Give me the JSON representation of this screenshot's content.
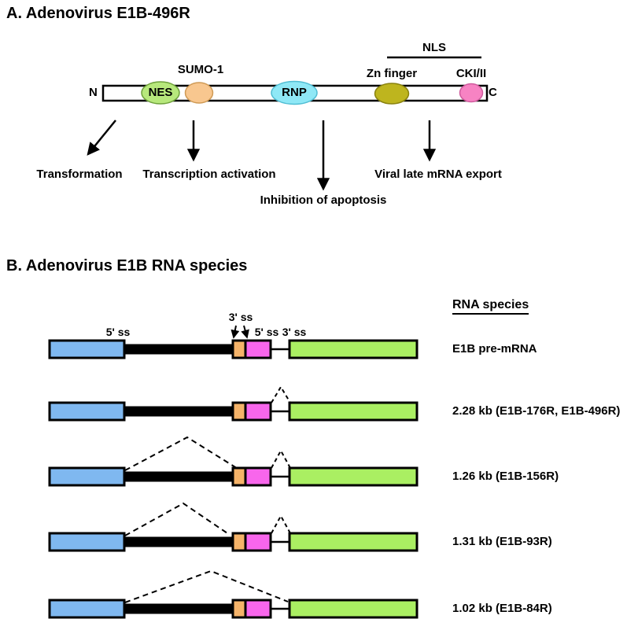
{
  "panel_a": {
    "title": "A. Adenovirus E1B-496R",
    "n_terminus": "N",
    "c_terminus": "C",
    "domains": {
      "nes": {
        "label": "NES",
        "color": "#b7e87c",
        "border": "#6fa13c"
      },
      "sumo": {
        "label": "SUMO-1",
        "color": "#f8c78f",
        "border": "#cf9a55"
      },
      "rnp": {
        "label": "RNP",
        "color": "#8fe8f6",
        "border": "#50bdd3"
      },
      "zn": {
        "label": "Zn finger",
        "color": "#beb51e",
        "border": "#89820f"
      },
      "cki": {
        "label": "CKI/II",
        "color": "#f783c3",
        "border": "#cf5a9d"
      }
    },
    "nls_label": "NLS",
    "functions": [
      "Transformation",
      "Transcription activation",
      "Inhibition of apoptosis",
      "Viral late mRNA export"
    ]
  },
  "panel_b": {
    "title": "B. Adenovirus E1B RNA species",
    "header": "RNA species",
    "splice_labels": {
      "five_ss_left": "5' ss",
      "three_ss_top": "3' ss",
      "five_ss_right": "5' ss",
      "three_ss_right": "3' ss"
    },
    "colors": {
      "exon1": "#7fb8f0",
      "intron": "#000000",
      "orange_exon": "#f5b369",
      "pink_exon": "#f866ec",
      "exon2": "#aaef62",
      "outline": "#000000"
    },
    "rows": [
      {
        "label": "E1B pre-mRNA"
      },
      {
        "label": "2.28 kb (E1B-176R, E1B-496R)"
      },
      {
        "label": "1.26 kb (E1B-156R)"
      },
      {
        "label": "1.31 kb (E1B-93R)"
      },
      {
        "label": "1.02 kb (E1B-84R)"
      }
    ]
  }
}
